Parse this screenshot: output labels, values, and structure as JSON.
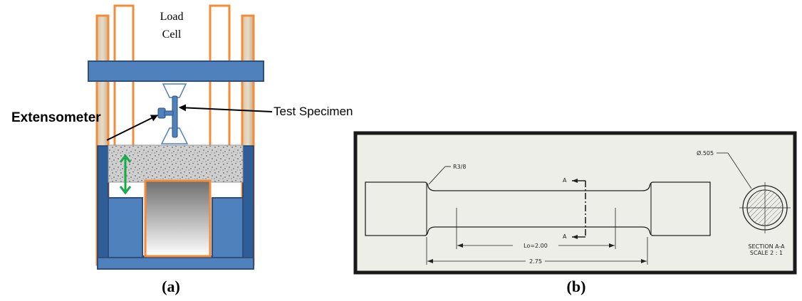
{
  "panel_a": {
    "load_cell_label_line1": "Load",
    "load_cell_label_line2": "Cell",
    "extensometer_label": "Extensometer",
    "test_specimen_label": "Test Specimen",
    "caption": "(a)"
  },
  "panel_b": {
    "radius_label": "R3/8",
    "section_marker_top": "A",
    "section_marker_bottom": "A",
    "gauge_length_label": "Lo=2.00",
    "reduced_length_label": "2.75",
    "diameter_label": "Ø.505",
    "section_title_line1": "SECTION A-A",
    "section_title_line2": "SCALE 2 : 1",
    "caption": "(b)"
  },
  "colors": {
    "frame_blue": "#4f81bd",
    "frame_blue_dark": "#2f4f7f",
    "column_orange": "#f28c3a",
    "arrow_green": "#19a84a",
    "drawing_bg": "#eeeee8",
    "drawing_border": "#1a1a1a"
  }
}
